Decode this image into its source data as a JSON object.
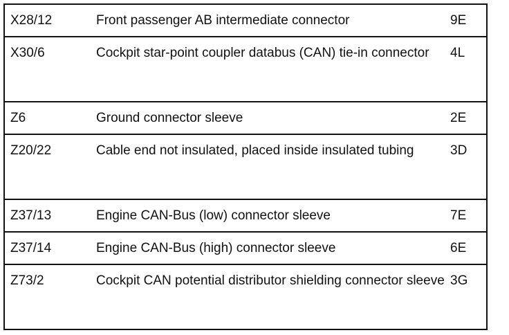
{
  "rows": [
    {
      "code": "X28/12",
      "description": "Front passenger AB intermediate connector",
      "location": "9E"
    },
    {
      "code": "X30/6",
      "description": "Cockpit star-point coupler databus (CAN) tie-in connector",
      "location": "4L"
    },
    {
      "code": "Z6",
      "description": "Ground connector sleeve",
      "location": "2E"
    },
    {
      "code": "Z20/22",
      "description": "Cable end not insulated, placed inside insulated tubing",
      "location": "3D"
    },
    {
      "code": "Z37/13",
      "description": "Engine CAN-Bus (low) connector sleeve",
      "location": "7E"
    },
    {
      "code": "Z37/14",
      "description": "Engine CAN-Bus (high) connector sleeve",
      "location": "6E"
    },
    {
      "code": "Z73/2",
      "description": "Cockpit CAN potential distributor shielding connector sleeve",
      "location": "3G"
    }
  ]
}
